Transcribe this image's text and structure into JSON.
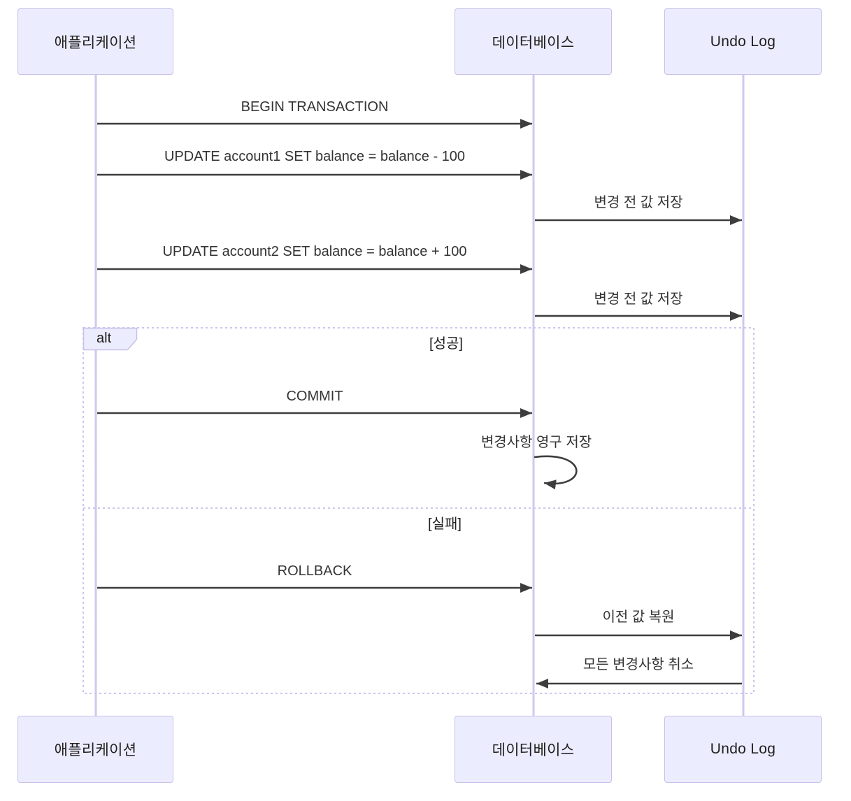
{
  "diagram": {
    "type": "sequence-diagram",
    "topic": "database-transaction-undo-log",
    "colors": {
      "actor_fill": "#ECECFF",
      "actor_border": "#C7C0E8",
      "lifeline": "#CFC8EE",
      "arrow": "#3d3d3d",
      "frame_border": "#CCC5ED",
      "text": "#333333"
    },
    "actors": [
      {
        "name": "애플리케이션"
      },
      {
        "name": "데이터베이스"
      },
      {
        "name": "Undo Log"
      }
    ],
    "messages": [
      {
        "from": "애플리케이션",
        "to": "데이터베이스",
        "text": "BEGIN TRANSACTION",
        "style": "solid-arrow"
      },
      {
        "from": "애플리케이션",
        "to": "데이터베이스",
        "text": "UPDATE account1 SET balance = balance - 100",
        "style": "solid-arrow"
      },
      {
        "from": "데이터베이스",
        "to": "Undo Log",
        "text": "변경 전 값 저장",
        "style": "solid-arrow"
      },
      {
        "from": "애플리케이션",
        "to": "데이터베이스",
        "text": "UPDATE account2 SET balance = balance + 100",
        "style": "solid-arrow"
      },
      {
        "from": "데이터베이스",
        "to": "Undo Log",
        "text": "변경 전 값 저장",
        "style": "solid-arrow"
      },
      {
        "from": "애플리케이션",
        "to": "데이터베이스",
        "text": "COMMIT",
        "style": "solid-arrow",
        "branch": "성공"
      },
      {
        "from": "데이터베이스",
        "to": "데이터베이스",
        "text": "변경사항 영구 저장",
        "style": "self-loop",
        "branch": "성공"
      },
      {
        "from": "애플리케이션",
        "to": "데이터베이스",
        "text": "ROLLBACK",
        "style": "solid-arrow",
        "branch": "실패"
      },
      {
        "from": "데이터베이스",
        "to": "Undo Log",
        "text": "이전 값 복원",
        "style": "solid-arrow",
        "branch": "실패"
      },
      {
        "from": "Undo Log",
        "to": "데이터베이스",
        "text": "모든 변경사항 취소",
        "style": "solid-arrow",
        "branch": "실패"
      }
    ],
    "alt": {
      "label": "alt",
      "branches": [
        {
          "guard": "[성공]"
        },
        {
          "guard": "[실패]"
        }
      ]
    }
  }
}
